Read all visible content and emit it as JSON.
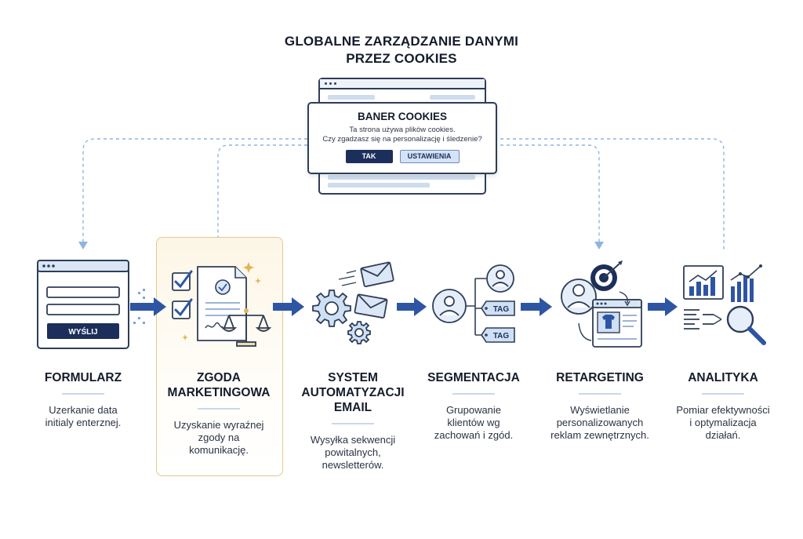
{
  "title": {
    "line1": "GLOBALNE ZARZĄDZANIE DANYMI",
    "line2": "PRZEZ COOKIES"
  },
  "banner": {
    "title": "BANER COOKIES",
    "text_line1": "Ta strona używa plików cookies.",
    "text_line2": "Czy zgadzasz się na personalizację i śledzenie?",
    "yes_label": "TAK",
    "settings_label": "USTAWIENIA"
  },
  "steps": [
    {
      "title_lines": [
        "FORMULARZ"
      ],
      "desc_lines": [
        "Uzerkanie data",
        "initialy enterznej."
      ],
      "icon": "web-form-icon",
      "button_label": "WYŚLIJ"
    },
    {
      "title_lines": [
        "ZGODA",
        "MARKETINGOWA"
      ],
      "desc_lines": [
        "Uzyskanie wyraźnej",
        "zgody na",
        "komunikację."
      ],
      "icon": "consent-document-scales-icon"
    },
    {
      "title_lines": [
        "SYSTEM",
        "AUTOMATYZACJI",
        "EMAIL"
      ],
      "desc_lines": [
        "Wysyłka sekwencji",
        "powitalnych,",
        "newsletterów."
      ],
      "icon": "gears-envelopes-icon"
    },
    {
      "title_lines": [
        "SEGMENTACJA"
      ],
      "desc_lines": [
        "Grupowanie",
        "klientów wg",
        "zachowań i zgód."
      ],
      "icon": "user-tags-icon",
      "tag_label": "TAG"
    },
    {
      "title_lines": [
        "RETARGETING"
      ],
      "desc_lines": [
        "Wyświetlanie",
        "personalizowanych",
        "reklam zewnętrznych."
      ],
      "icon": "target-user-ad-icon"
    },
    {
      "title_lines": [
        "ANALITYKA"
      ],
      "desc_lines": [
        "Pomiar efektywności",
        "i optymalizacja",
        "działań."
      ],
      "icon": "charts-magnifier-icon"
    }
  ],
  "colors": {
    "navy": "#1c2f5a",
    "arrow_blue": "#2d55a3",
    "light_blue": "#cfe0f5",
    "connector": "#8fb4e0",
    "consent_highlight": "#e3c98c"
  }
}
